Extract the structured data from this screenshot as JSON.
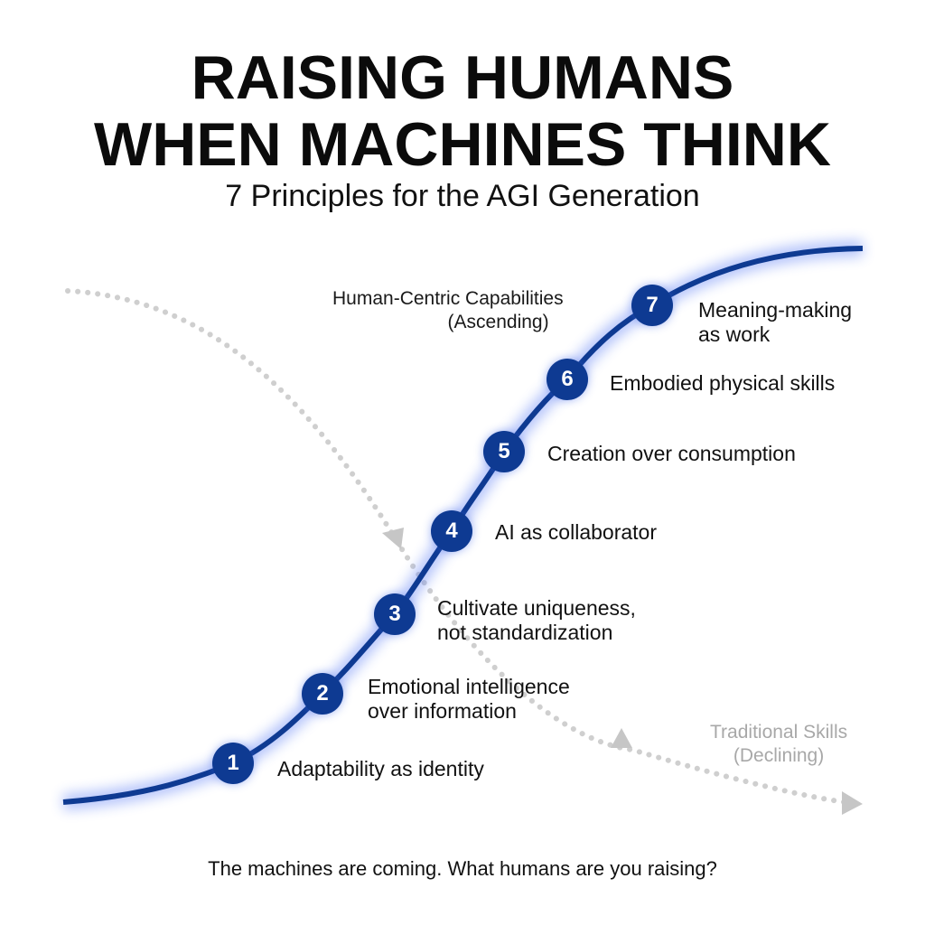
{
  "header": {
    "title_line1": "RAISING HUMANS",
    "title_line2": "WHEN MACHINES THINK",
    "subtitle": "7 Principles for the AGI Generation"
  },
  "curves": {
    "ascending": {
      "label_line1": "Human-Centric Capabilities",
      "label_line2": "(Ascending)",
      "color": "#0e3a92",
      "glow_color": "#4a6ff0"
    },
    "declining": {
      "label_line1": "Traditional Skills",
      "label_line2": "(Declining)",
      "color": "#c8c8c8"
    }
  },
  "principles": [
    {
      "number": "1",
      "line1": "Adaptability as identity",
      "line2": ""
    },
    {
      "number": "2",
      "line1": "Emotional intelligence",
      "line2": "over information"
    },
    {
      "number": "3",
      "line1": "Cultivate uniqueness,",
      "line2": "not standardization"
    },
    {
      "number": "4",
      "line1": "AI as collaborator",
      "line2": ""
    },
    {
      "number": "5",
      "line1": "Creation over consumption",
      "line2": ""
    },
    {
      "number": "6",
      "line1": "Embodied physical skills",
      "line2": ""
    },
    {
      "number": "7",
      "line1": "Meaning-making",
      "line2": "as work"
    }
  ],
  "footer": {
    "tagline": "The machines are coming. What humans are you raising?"
  }
}
